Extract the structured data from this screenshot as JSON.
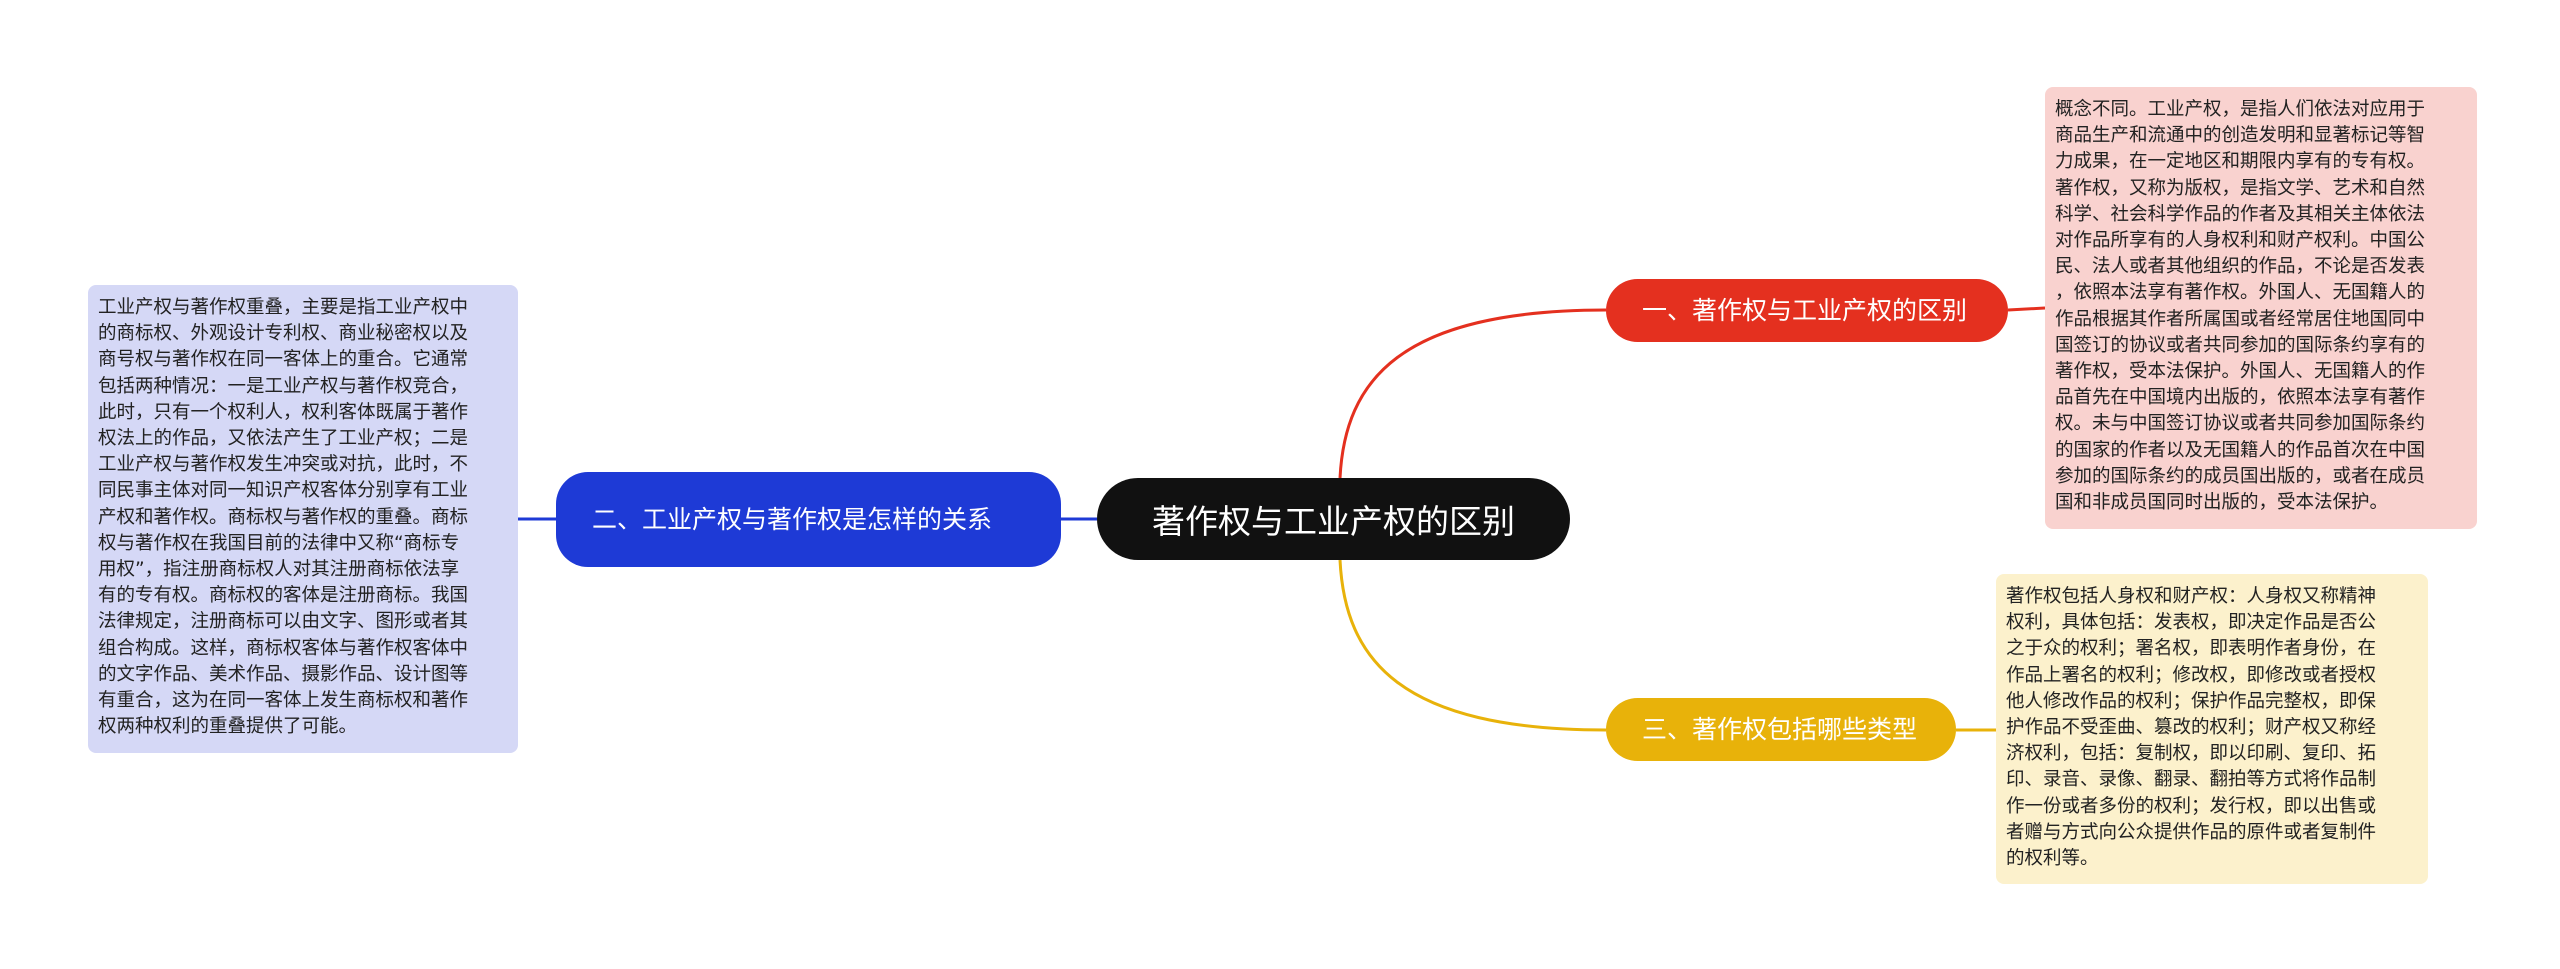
{
  "root": {
    "title": "著作权与工业产权的区别"
  },
  "branches": [
    {
      "label": "一、著作权与工业产权的区别",
      "color": "#e4301f",
      "note_color": "#f9d2cf",
      "note": "概念不同。工业产权，是指人们依法对应用于\n商品生产和流通中的创造发明和显著标记等智\n力成果，在一定地区和期限内享有的专有权。\n著作权，又称为版权，是指文学、艺术和自然\n科学、社会科学作品的作者及其相关主体依法\n对作品所享有的人身权利和财产权利。中国公\n民、法人或者其他组织的作品，不论是否发表\n，依照本法享有著作权。外国人、无国籍人的\n作品根据其作者所属国或者经常居住地国同中\n国签订的协议或者共同参加的国际条约享有的\n著作权，受本法保护。外国人、无国籍人的作\n品首先在中国境内出版的，依照本法享有著作\n权。未与中国签订协议或者共同参加国际条约\n的国家的作者以及无国籍人的作品首次在中国\n参加的国际条约的成员国出版的，或者在成员\n国和非成员国同时出版的，受本法保护。"
    },
    {
      "label": "二、工业产权与著作权是怎样的关系",
      "color": "#1e3ad6",
      "note_color": "#d5d8f6",
      "note": "工业产权与著作权重叠，主要是指工业产权中\n的商标权、外观设计专利权、商业秘密权以及\n商号权与著作权在同一客体上的重合。它通常\n包括两种情况：一是工业产权与著作权竞合，\n此时，只有一个权利人，权利客体既属于著作\n权法上的作品，又依法产生了工业产权；二是\n工业产权与著作权发生冲突或对抗，此时，不\n同民事主体对同一知识产权客体分别享有工业\n产权和著作权。商标权与著作权的重叠。商标\n权与著作权在我国目前的法律中又称“商标专\n用权”，指注册商标权人对其注册商标依法享\n有的专有权。商标权的客体是注册商标。我国\n法律规定，注册商标可以由文字、图形或者其\n组合构成。这样，商标权客体与著作权客体中\n的文字作品、美术作品、摄影作品、设计图等\n有重合，这为在同一客体上发生商标权和著作\n权两种权利的重叠提供了可能。"
    },
    {
      "label": "三、著作权包括哪些类型",
      "color": "#e8b20a",
      "note_color": "#fcf1cc",
      "note": "著作权包括人身权和财产权：人身权又称精神\n权利，具体包括：发表权，即决定作品是否公\n之于众的权利；署名权，即表明作者身份，在\n作品上署名的权利；修改权，即修改或者授权\n他人修改作品的权利；保护作品完整权，即保\n护作品不受歪曲、篡改的权利；财产权又称经\n济权利，包括：复制权，即以印刷、复印、拓\n印、录音、录像、翻录、翻拍等方式将作品制\n作一份或者多份的权利；发行权，即以出售或\n者赠与方式向公众提供作品的原件或者复制件\n的权利等。"
    }
  ]
}
